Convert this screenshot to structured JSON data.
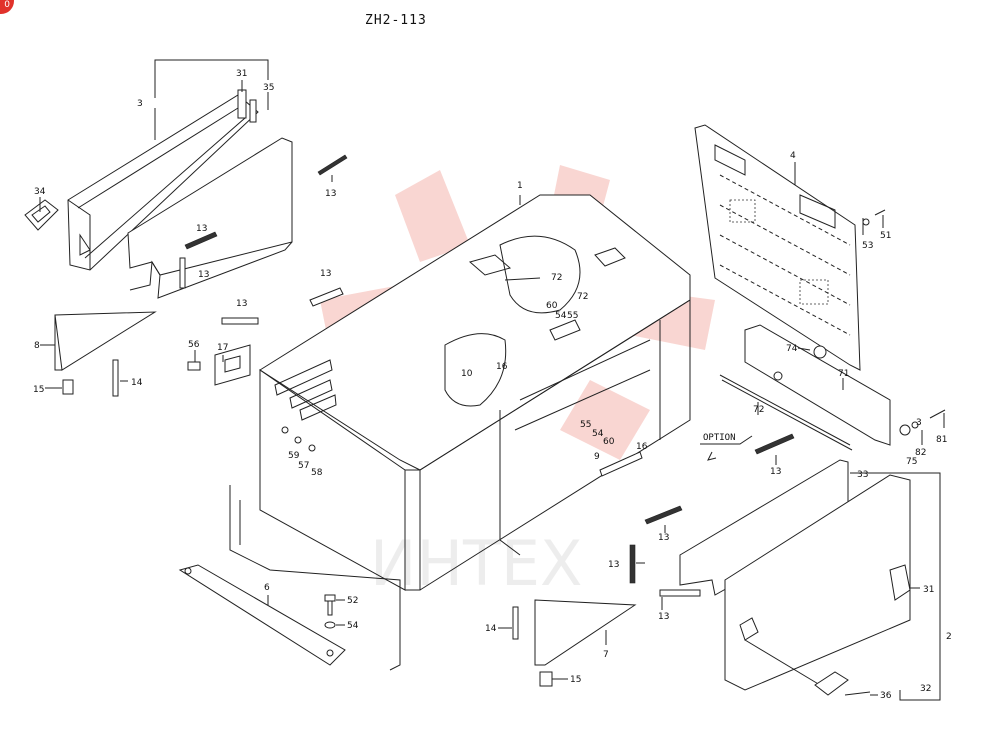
{
  "diagram": {
    "title": "ZH2-113",
    "corner_badge": "0",
    "option_label": "OPTION",
    "watermark_text": "ИНТЕХ",
    "colors": {
      "line": "#222222",
      "watermark": "#f2b3ad",
      "badge": "#e1322b"
    }
  },
  "callouts": [
    {
      "id": "c31a",
      "text": "31"
    },
    {
      "id": "c35",
      "text": "35"
    },
    {
      "id": "c3",
      "text": "3"
    },
    {
      "id": "c34",
      "text": "34"
    },
    {
      "id": "c13a",
      "text": "13"
    },
    {
      "id": "c13b",
      "text": "13"
    },
    {
      "id": "c13c",
      "text": "13"
    },
    {
      "id": "c13d",
      "text": "13"
    },
    {
      "id": "c13e",
      "text": "13"
    },
    {
      "id": "c1",
      "text": "1"
    },
    {
      "id": "c4",
      "text": "4"
    },
    {
      "id": "c51",
      "text": "51"
    },
    {
      "id": "c53",
      "text": "53"
    },
    {
      "id": "c72a",
      "text": "72"
    },
    {
      "id": "c60a",
      "text": "60"
    },
    {
      "id": "c72b",
      "text": "72"
    },
    {
      "id": "c54a",
      "text": "54"
    },
    {
      "id": "c55a",
      "text": "55"
    },
    {
      "id": "c8",
      "text": "8"
    },
    {
      "id": "c14a",
      "text": "14"
    },
    {
      "id": "c15a",
      "text": "15"
    },
    {
      "id": "c56",
      "text": "56"
    },
    {
      "id": "c17",
      "text": "17"
    },
    {
      "id": "c10",
      "text": "10"
    },
    {
      "id": "c16a",
      "text": "16"
    },
    {
      "id": "c74",
      "text": "74"
    },
    {
      "id": "c71",
      "text": "71"
    },
    {
      "id": "c55b",
      "text": "55"
    },
    {
      "id": "c54b",
      "text": "54"
    },
    {
      "id": "c60b",
      "text": "60"
    },
    {
      "id": "c72c",
      "text": "72"
    },
    {
      "id": "c3b",
      "text": "3"
    },
    {
      "id": "c81",
      "text": "81"
    },
    {
      "id": "c82",
      "text": "82"
    },
    {
      "id": "c75",
      "text": "75"
    },
    {
      "id": "c59",
      "text": "59"
    },
    {
      "id": "c57",
      "text": "57"
    },
    {
      "id": "c58",
      "text": "58"
    },
    {
      "id": "c9",
      "text": "9"
    },
    {
      "id": "c16b",
      "text": "16"
    },
    {
      "id": "c13f",
      "text": "13"
    },
    {
      "id": "c33",
      "text": "33"
    },
    {
      "id": "c13g",
      "text": "13"
    },
    {
      "id": "c13h",
      "text": "13"
    },
    {
      "id": "c13i",
      "text": "13"
    },
    {
      "id": "c6",
      "text": "6"
    },
    {
      "id": "c52",
      "text": "52"
    },
    {
      "id": "c54c",
      "text": "54"
    },
    {
      "id": "c14b",
      "text": "14"
    },
    {
      "id": "c7",
      "text": "7"
    },
    {
      "id": "c15b",
      "text": "15"
    },
    {
      "id": "c31b",
      "text": "31"
    },
    {
      "id": "c2",
      "text": "2"
    },
    {
      "id": "c32",
      "text": "32"
    },
    {
      "id": "c36",
      "text": "36"
    }
  ]
}
